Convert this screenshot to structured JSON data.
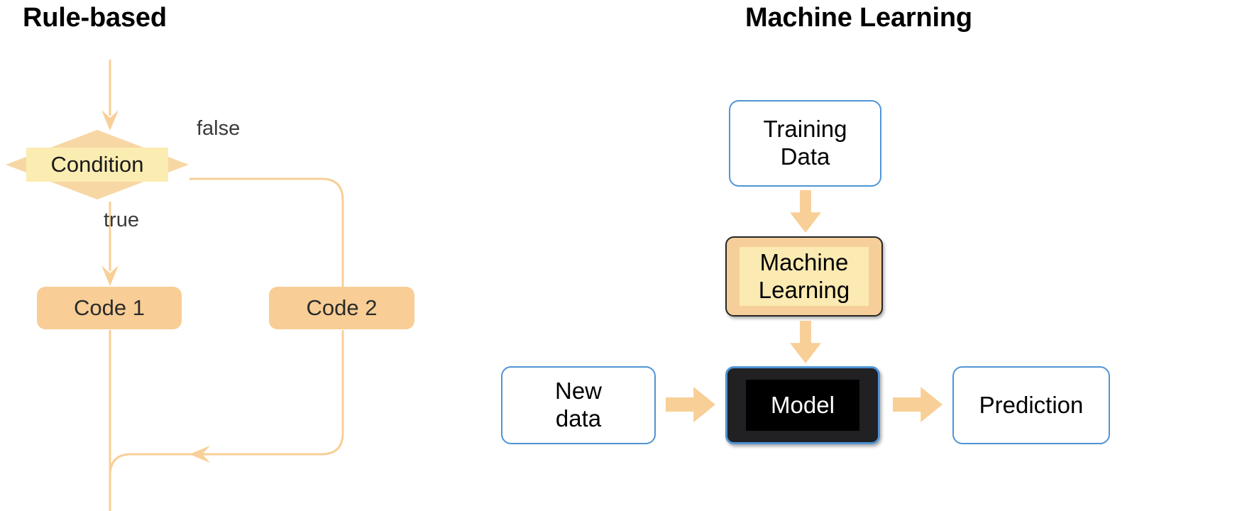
{
  "diagram": {
    "background": "#ffffff",
    "accent_orange": "#f8cf97",
    "accent_yellow": "#fbeab1",
    "accent_blue": "#4f94d4",
    "node_dark": "#212124"
  },
  "panels": {
    "left": {
      "title": "Rule-based",
      "nodes": {
        "condition": "Condition",
        "code1": "Code 1",
        "code2": "Code 2"
      },
      "edge_labels": {
        "false": "false",
        "true": "true"
      },
      "flow": [
        {
          "from": "start",
          "to": "condition",
          "label": ""
        },
        {
          "from": "condition",
          "to": "code1",
          "label": "true"
        },
        {
          "from": "condition",
          "to": "code2",
          "label": "false"
        },
        {
          "from": "code1",
          "to": "merge",
          "label": ""
        },
        {
          "from": "code2",
          "to": "merge",
          "label": ""
        },
        {
          "from": "merge",
          "to": "end",
          "label": ""
        }
      ]
    },
    "right": {
      "title": "Machine Learning",
      "nodes": {
        "training_data_line1": "Training",
        "training_data_line2": "Data",
        "machine_learning_line1": "Machine",
        "machine_learning_line2": "Learning",
        "new_data_line1": "New",
        "new_data_line2": "data",
        "model": "Model",
        "prediction": "Prediction"
      },
      "flow": [
        {
          "from": "training_data",
          "to": "machine_learning"
        },
        {
          "from": "machine_learning",
          "to": "model"
        },
        {
          "from": "new_data",
          "to": "model"
        },
        {
          "from": "model",
          "to": "prediction"
        }
      ]
    }
  }
}
